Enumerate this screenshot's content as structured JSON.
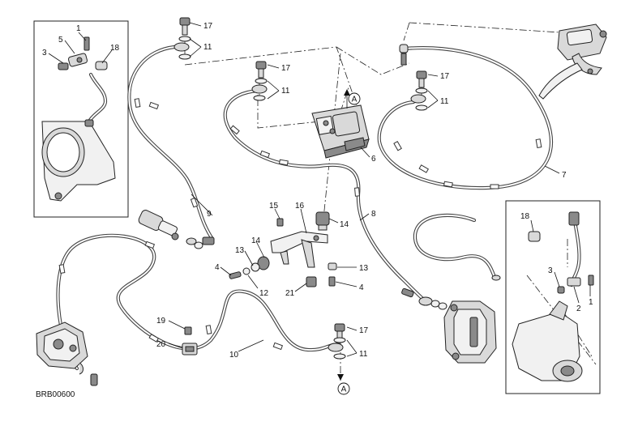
{
  "diagram": {
    "drawing_code": "BRB00600",
    "callouts": {
      "c1": "1",
      "c3": "3",
      "c5": "5",
      "c18": "18",
      "c17a": "17",
      "c11a": "11",
      "c17b": "17",
      "c11b": "11",
      "c17c": "17",
      "c11c": "11",
      "c17d": "17",
      "c11d": "11",
      "c6": "6",
      "c7": "7",
      "c8": "8",
      "c9": "9",
      "c10": "10",
      "c15": "15",
      "c16": "16",
      "c14a": "14",
      "c14b": "14",
      "c13a": "13",
      "c13b": "13",
      "c4a": "4",
      "c4b": "4",
      "c12": "12",
      "c21": "21",
      "c19": "19",
      "c20": "20",
      "r18": "18",
      "r3": "3",
      "r2": "2",
      "r1": "1"
    },
    "reference_marks": {
      "top": "A",
      "bottom": "A"
    }
  }
}
